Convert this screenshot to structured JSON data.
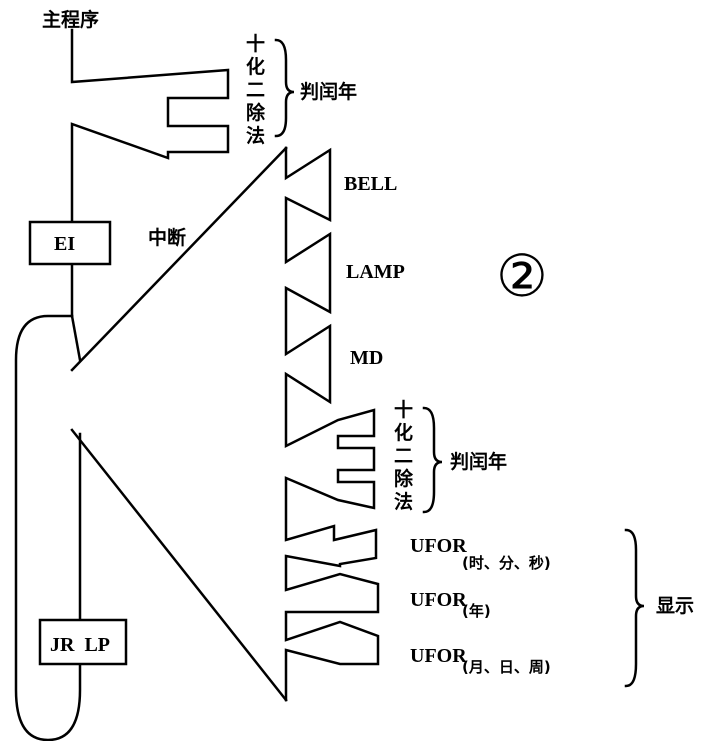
{
  "labels": {
    "main_program": "主程序",
    "interrupt": "中断",
    "ei": "EI",
    "jr_lp": "JR  LP",
    "bell": "BELL",
    "lamp": "LAMP",
    "md": "MD",
    "circled_number": "②",
    "leap_year_check": "判闰年",
    "display": "显示"
  },
  "method_top": [
    "十",
    "化",
    "二",
    "除",
    "法"
  ],
  "method_mid": [
    "十",
    "化",
    "二",
    "除",
    "法"
  ],
  "ufor_calls": [
    {
      "name": "UFOR",
      "args": "(时、分、秒)"
    },
    {
      "name": "UFOR",
      "args": "(年)"
    },
    {
      "name": "UFOR",
      "args": "(月、日、周)"
    }
  ]
}
